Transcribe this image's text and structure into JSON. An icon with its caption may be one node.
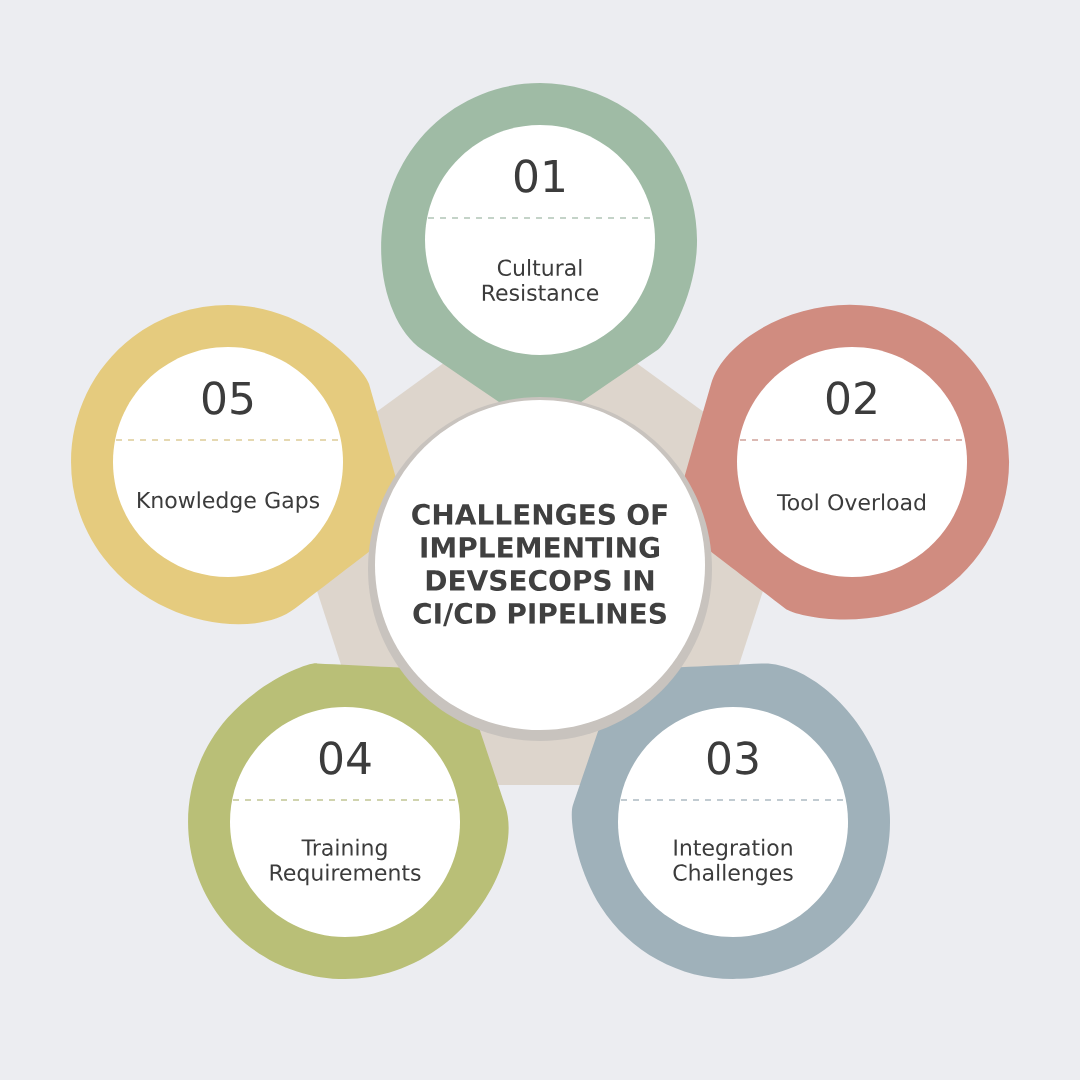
{
  "diagram": {
    "nodes": [
      {
        "text": [
          "CHALLENGES OF IMPLEMENTING DEVSECOPS IN CI/CD PIPELINES"
        ]
      },
      {
        "text": [
          "01",
          "Cultural Resistance"
        ]
      },
      {
        "text": [
          "02",
          "Tool Overload"
        ]
      },
      {
        "text": [
          "03",
          "Integration Challenges"
        ]
      },
      {
        "text": [
          "04",
          "Training Requirements"
        ]
      },
      {
        "text": [
          "05",
          "Knowledge Gaps"
        ]
      }
    ]
  }
}
